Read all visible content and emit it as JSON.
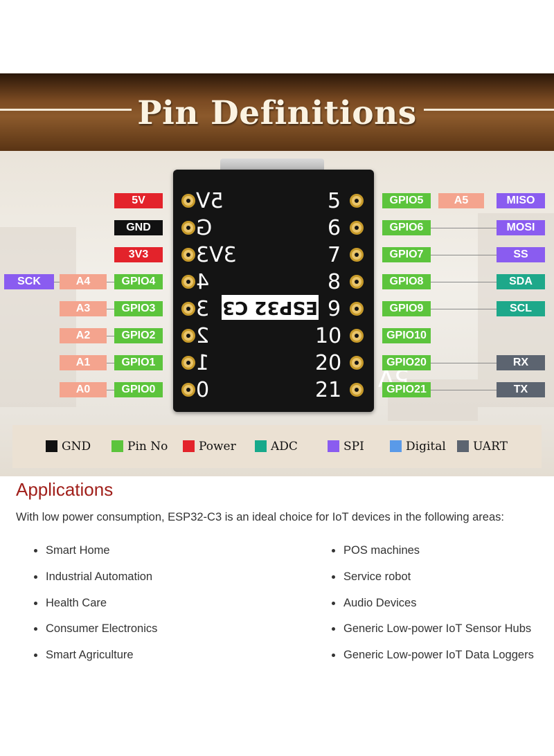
{
  "header": {
    "title": "Pin Definitions"
  },
  "board": {
    "chip_label": "ESP32 C3",
    "silk_5v": "5V",
    "silk_3v": "3V"
  },
  "left_pins": [
    {
      "silk": "5V",
      "tags": [
        {
          "text": "5V",
          "type": "power"
        }
      ]
    },
    {
      "silk": "G",
      "tags": [
        {
          "text": "GND",
          "type": "gnd"
        }
      ]
    },
    {
      "silk": "3V3",
      "tags": [
        {
          "text": "3V3",
          "type": "power"
        }
      ]
    },
    {
      "silk": "4",
      "tags": [
        {
          "text": "GPIO4",
          "type": "pin"
        },
        {
          "text": "A4",
          "type": "adc"
        },
        {
          "text": "SCK",
          "type": "spi"
        }
      ]
    },
    {
      "silk": "3",
      "tags": [
        {
          "text": "GPIO3",
          "type": "pin"
        },
        {
          "text": "A3",
          "type": "adc"
        }
      ]
    },
    {
      "silk": "2",
      "tags": [
        {
          "text": "GPIO2",
          "type": "pin"
        },
        {
          "text": "A2",
          "type": "adc"
        }
      ]
    },
    {
      "silk": "1",
      "tags": [
        {
          "text": "GPIO1",
          "type": "pin"
        },
        {
          "text": "A1",
          "type": "adc"
        }
      ]
    },
    {
      "silk": "0",
      "tags": [
        {
          "text": "GPIO0",
          "type": "pin"
        },
        {
          "text": "A0",
          "type": "adc"
        }
      ]
    }
  ],
  "right_pins": [
    {
      "silk": "5",
      "tags": [
        {
          "text": "GPIO5",
          "type": "pin"
        },
        {
          "text": "A5",
          "type": "adc"
        },
        {
          "text": "MISO",
          "type": "spi"
        }
      ]
    },
    {
      "silk": "6",
      "tags": [
        {
          "text": "GPIO6",
          "type": "pin"
        },
        {
          "text": "MOSI",
          "type": "spi"
        }
      ]
    },
    {
      "silk": "7",
      "tags": [
        {
          "text": "GPIO7",
          "type": "pin"
        },
        {
          "text": "SS",
          "type": "spi"
        }
      ]
    },
    {
      "silk": "8",
      "tags": [
        {
          "text": "GPIO8",
          "type": "pin"
        },
        {
          "text": "SDA",
          "type": "i2c"
        }
      ]
    },
    {
      "silk": "9",
      "tags": [
        {
          "text": "GPIO9",
          "type": "pin"
        },
        {
          "text": "SCL",
          "type": "i2c"
        }
      ]
    },
    {
      "silk": "10",
      "tags": [
        {
          "text": "GPIO10",
          "type": "pin"
        }
      ]
    },
    {
      "silk": "20",
      "tags": [
        {
          "text": "GPIO20",
          "type": "pin"
        },
        {
          "text": "RX",
          "type": "uart"
        }
      ]
    },
    {
      "silk": "21",
      "tags": [
        {
          "text": "GPIO21",
          "type": "pin"
        },
        {
          "text": "TX",
          "type": "uart"
        }
      ]
    }
  ],
  "colors": {
    "gnd": "#111111",
    "pin": "#5cc43c",
    "power": "#e3232b",
    "adc": "#17a98b",
    "spi": "#8a5cf0",
    "digital": "#5a9ae8",
    "uart": "#5c6470",
    "adc_alt": "#f4a48e",
    "i2c": "#1ea88a"
  },
  "legend": [
    {
      "label": "GND",
      "color": "#111111"
    },
    {
      "label": "Pin No",
      "color": "#5cc43c"
    },
    {
      "label": "Power",
      "color": "#e3232b"
    },
    {
      "label": "ADC",
      "color": "#17a98b"
    },
    {
      "label": "SPI",
      "color": "#8a5cf0"
    },
    {
      "label": "Digital",
      "color": "#5a9ae8"
    },
    {
      "label": "UART",
      "color": "#5c6470"
    }
  ],
  "applications": {
    "title": "Applications",
    "intro": "With low power consumption, ESP32-C3 is an ideal choice for IoT devices in the following areas:",
    "left_items": [
      "Smart Home",
      "Industrial Automation",
      "Health Care",
      "Consumer Electronics",
      "Smart Agriculture"
    ],
    "right_items": [
      "POS machines",
      "Service robot",
      "Audio Devices",
      "Generic Low-power IoT Sensor Hubs",
      "Generic Low-power IoT Data Loggers"
    ]
  }
}
